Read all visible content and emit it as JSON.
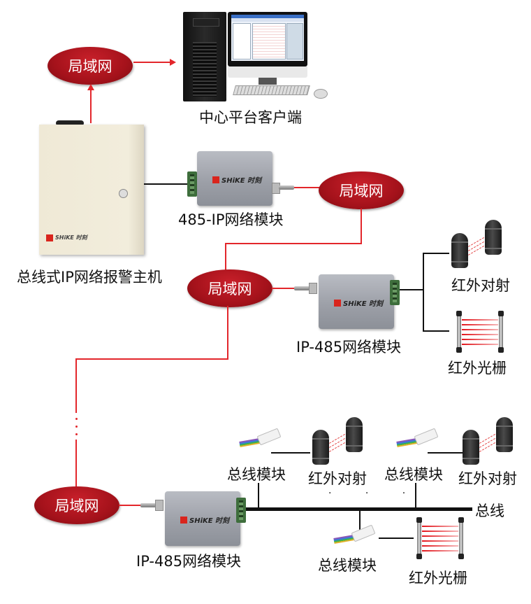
{
  "diagram": {
    "title": "Bus-type IP network alarm system topology",
    "colors": {
      "lan_ellipse": "#a5121b",
      "network_link": "#e3262b",
      "bus_link": "#111111",
      "brand_mark": "#d9251d"
    },
    "nodes": {
      "center_client": {
        "label": "中心平台客户端",
        "icon": "pc-workstation-icon"
      },
      "alarm_host": {
        "label": "总线式IP网络报警主机",
        "icon": "alarm-host-cabinet-icon",
        "brand": "SHiKE 时刻"
      },
      "lan_1": {
        "label": "局域网"
      },
      "lan_2": {
        "label": "局域网"
      },
      "lan_3": {
        "label": "局域网"
      },
      "lan_4": {
        "label": "局域网"
      },
      "module_485_ip": {
        "label": "485-IP网络模块",
        "brand": "SHiKE 时刻"
      },
      "module_ip_485_a": {
        "label": "IP-485网络模块",
        "brand": "SHiKE 时刻"
      },
      "module_ip_485_b": {
        "label": "IP-485网络模块",
        "brand": "SHiKE 时刻"
      },
      "ir_beam_a": {
        "label": "红外对射"
      },
      "ir_grating_a": {
        "label": "红外光栅"
      },
      "bus_label": "总线",
      "bus_module_1": {
        "label": "总线模块"
      },
      "ir_beam_b": {
        "label": "红外对射"
      },
      "bus_module_2": {
        "label": "总线模块"
      },
      "ir_beam_c": {
        "label": "红外对射"
      },
      "bus_module_3": {
        "label": "总线模块"
      },
      "ir_grating_b": {
        "label": "红外光栅"
      },
      "ellipsis_horizontal": "· · ·"
    },
    "edges": [
      {
        "from": "alarm_host",
        "to": "lan_1",
        "type": "network",
        "arrow": true
      },
      {
        "from": "lan_1",
        "to": "center_client",
        "type": "network",
        "arrow": true
      },
      {
        "from": "alarm_host",
        "to": "module_485_ip",
        "type": "wired"
      },
      {
        "from": "module_485_ip",
        "to": "lan_2",
        "type": "network"
      },
      {
        "from": "lan_2",
        "to": "lan_3",
        "type": "network"
      },
      {
        "from": "lan_3",
        "to": "module_ip_485_a",
        "type": "network"
      },
      {
        "from": "module_ip_485_a",
        "to": "ir_beam_a",
        "type": "wired"
      },
      {
        "from": "module_ip_485_a",
        "to": "ir_grating_a",
        "type": "wired"
      },
      {
        "from": "lan_3",
        "to": "lan_4",
        "type": "network",
        "note": "vertical ellipsis (more nodes)"
      },
      {
        "from": "lan_4",
        "to": "module_ip_485_b",
        "type": "network"
      },
      {
        "from": "module_ip_485_b",
        "to": "bus",
        "type": "bus"
      },
      {
        "from": "bus",
        "to": "bus_module_1",
        "type": "wired"
      },
      {
        "from": "bus_module_1",
        "to": "ir_beam_b",
        "type": "wired"
      },
      {
        "from": "bus",
        "to": "bus_module_2",
        "type": "wired"
      },
      {
        "from": "bus_module_2",
        "to": "ir_beam_c",
        "type": "wired"
      },
      {
        "from": "bus",
        "to": "bus_module_3",
        "type": "wired"
      },
      {
        "from": "bus_module_3",
        "to": "ir_grating_b",
        "type": "wired"
      }
    ]
  }
}
